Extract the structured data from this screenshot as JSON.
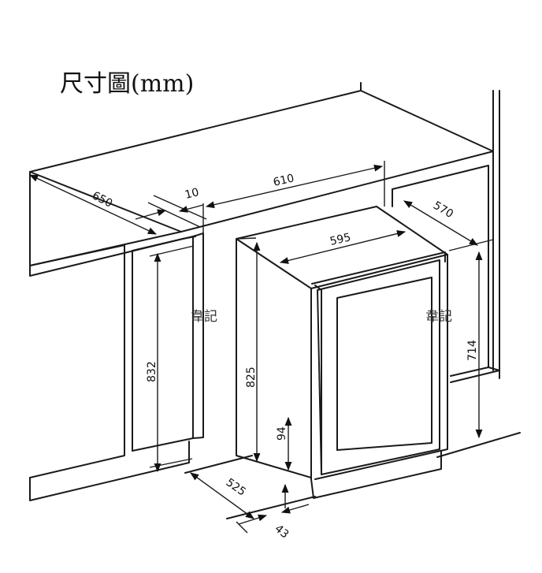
{
  "title": "尺寸圖(mm)",
  "watermark": "韋記",
  "dimensions": {
    "d650": "650",
    "d10": "10",
    "d610": "610",
    "d570": "570",
    "d595": "595",
    "d832": "832",
    "d825": "825",
    "d714": "714",
    "d94": "94",
    "d525": "525",
    "d43": "43"
  }
}
